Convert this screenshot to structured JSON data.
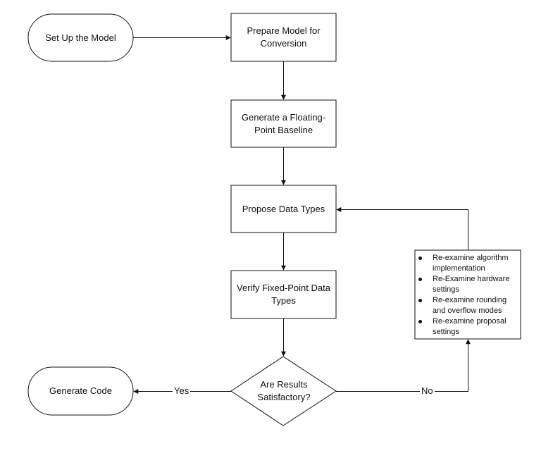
{
  "nodes": {
    "setup": "Set Up the Model",
    "prepare": "Prepare Model for Conversion",
    "baseline": "Generate a Floating-Point Baseline",
    "propose": "Propose Data Types",
    "verify": "Verify Fixed-Point Data Types",
    "decision": "Are Results Satisfactory?",
    "generate": "Generate Code"
  },
  "edges": {
    "yes": "Yes",
    "no": "No"
  },
  "note": {
    "items": [
      "Re-examine algorithm implementation",
      "Re-Examine hardware settings",
      "Re-examine rounding and overflow modes",
      "Re-examine proposal settings"
    ]
  }
}
